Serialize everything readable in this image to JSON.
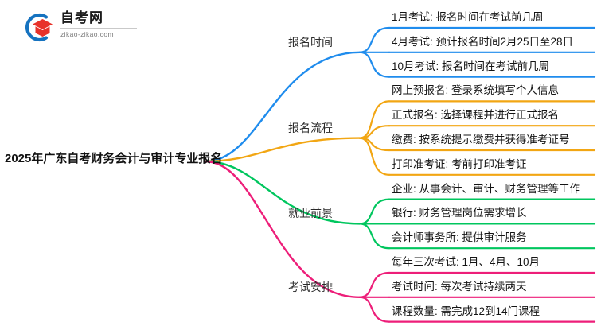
{
  "logo": {
    "name": "zikao-wang-logo",
    "cn_text": "自考网",
    "en_text": "zikao-zikao.com",
    "mark_blue": "#1673c0",
    "mark_red": "#e8322a"
  },
  "mindmap": {
    "root": {
      "label": "2025年广东自考财务会计与审计专业报名"
    },
    "branches": [
      {
        "label": "报名时间",
        "color": "#1f8ced",
        "children": [
          {
            "label": "1月考试: 报名时间在考试前几周"
          },
          {
            "label": "4月考试: 预计报名时间2月25日至28日"
          },
          {
            "label": "10月考试: 报名时间在考试前几周"
          }
        ]
      },
      {
        "label": "报名流程",
        "color": "#f2a613",
        "children": [
          {
            "label": "网上预报名: 登录系统填写个人信息"
          },
          {
            "label": "正式报名: 选择课程并进行正式报名"
          },
          {
            "label": "缴费: 按系统提示缴费并获得准考证号"
          },
          {
            "label": "打印准考证: 考前打印准考证"
          }
        ]
      },
      {
        "label": "就业前景",
        "color": "#00c65e",
        "children": [
          {
            "label": "企业: 从事会计、审计、财务管理等工作"
          },
          {
            "label": "银行: 财务管理岗位需求增长"
          },
          {
            "label": "会计师事务所: 提供审计服务"
          }
        ]
      },
      {
        "label": "考试安排",
        "color": "#ed1e79",
        "children": [
          {
            "label": "每年三次考试: 1月、4月、10月"
          },
          {
            "label": "考试时间: 每次考试持续两天"
          },
          {
            "label": "课程数量: 需完成12到14门课程"
          }
        ]
      }
    ]
  }
}
